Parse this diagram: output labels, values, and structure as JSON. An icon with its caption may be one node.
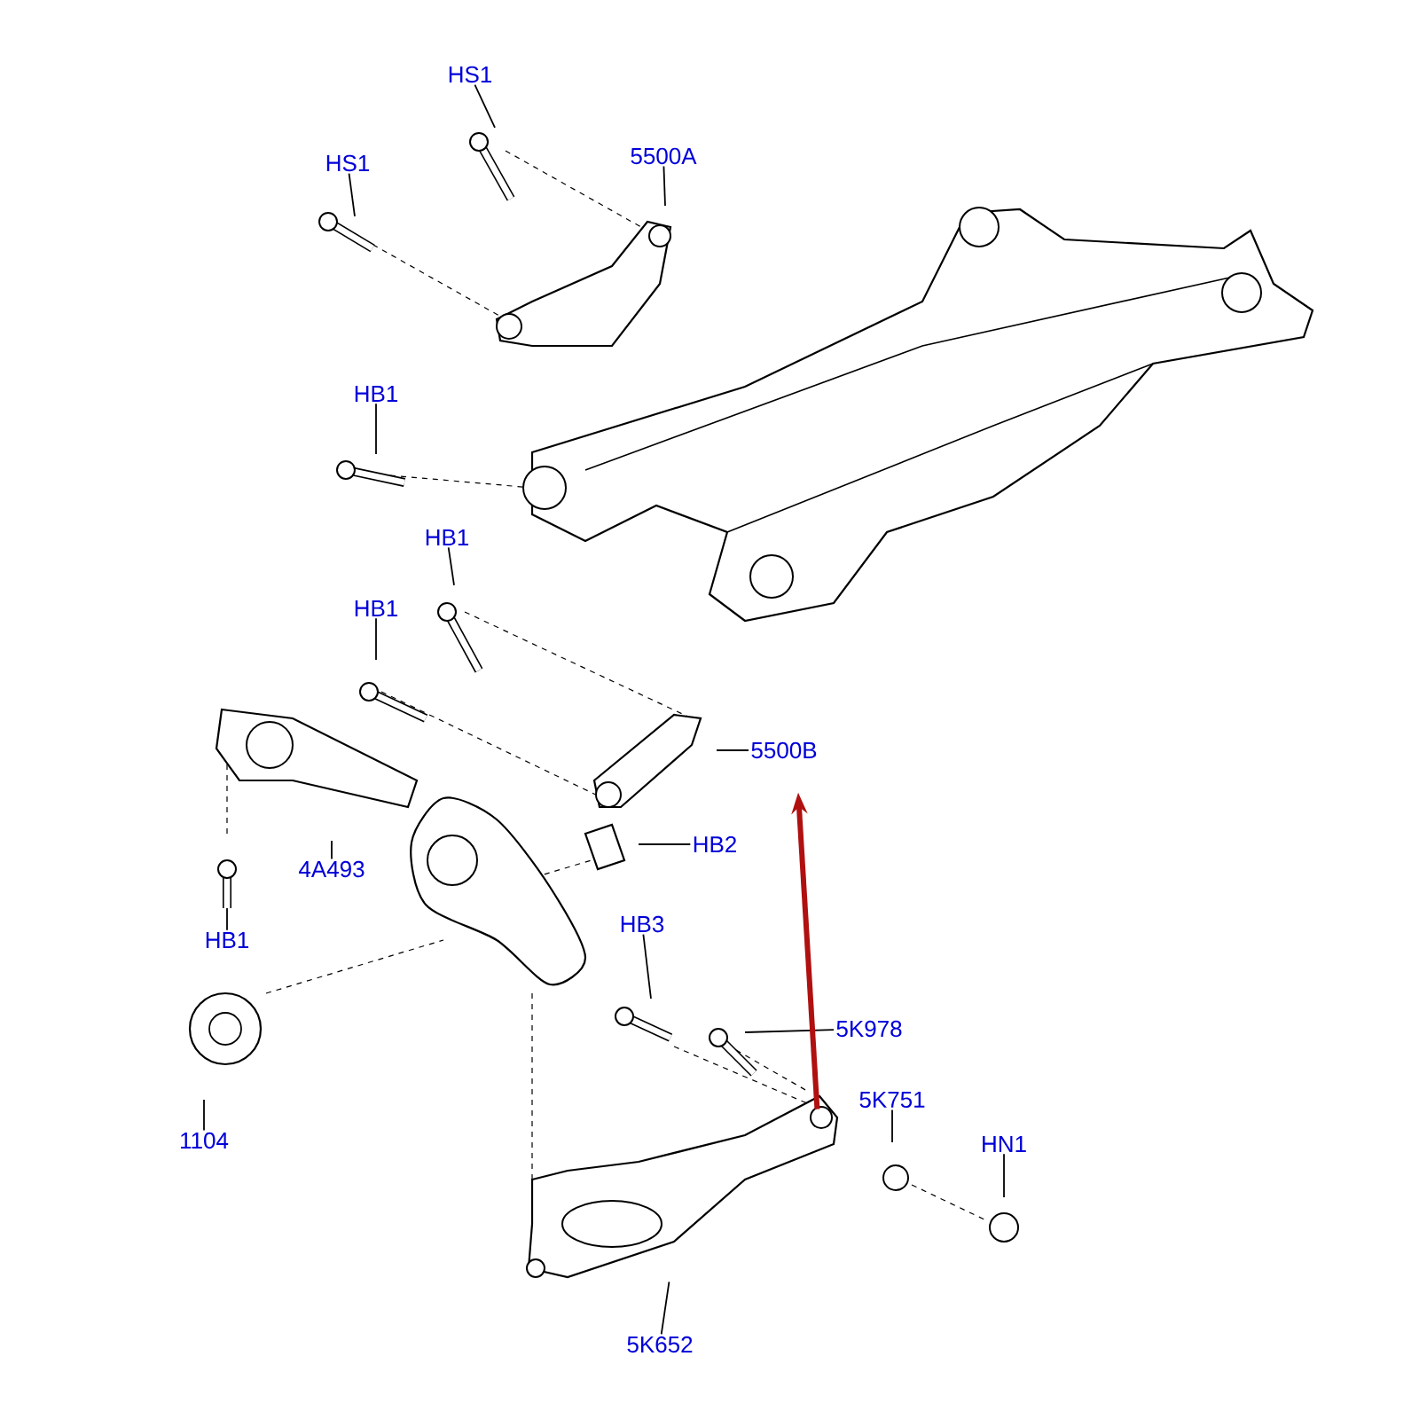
{
  "diagram": {
    "nodes": [
      {
        "text": [
          "HS1"
        ]
      },
      {
        "text": [
          "HS1"
        ]
      },
      {
        "text": [
          "5500A"
        ]
      },
      {
        "text": [
          "HB1"
        ]
      },
      {
        "text": [
          "HB1"
        ]
      },
      {
        "text": [
          "HB1"
        ]
      },
      {
        "text": [
          "5500B"
        ]
      },
      {
        "text": [
          "4A493"
        ]
      },
      {
        "text": [
          "HB2"
        ]
      },
      {
        "text": [
          "HB1"
        ]
      },
      {
        "text": [
          "HB3"
        ]
      },
      {
        "text": [
          "5K978"
        ]
      },
      {
        "text": [
          "1104"
        ]
      },
      {
        "text": [
          "5K751"
        ]
      },
      {
        "text": [
          "HN1"
        ]
      },
      {
        "text": [
          "5K652"
        ]
      },
      {
        "text": [],
        "shape": "picture"
      }
    ],
    "edges": [
      {
        "from": 0,
        "to": null,
        "arrow": "none"
      },
      {
        "from": 1,
        "to": null,
        "arrow": "none"
      },
      {
        "from": 2,
        "to": null,
        "arrow": "none"
      },
      {
        "from": 3,
        "to": null,
        "arrow": "none"
      },
      {
        "from": 4,
        "to": null,
        "arrow": "none"
      },
      {
        "from": 5,
        "to": null,
        "arrow": "none"
      },
      {
        "from": 6,
        "to": null,
        "arrow": "none"
      },
      {
        "from": 7,
        "to": null,
        "arrow": "none"
      },
      {
        "from": 8,
        "to": null,
        "arrow": "none"
      },
      {
        "from": 9,
        "to": null,
        "arrow": "none"
      },
      {
        "from": 10,
        "to": null,
        "arrow": "none"
      },
      {
        "from": 11,
        "to": null,
        "arrow": "none"
      },
      {
        "from": 12,
        "to": null,
        "arrow": "none"
      },
      {
        "from": 13,
        "to": null,
        "arrow": "none"
      },
      {
        "from": 14,
        "to": null,
        "arrow": "none"
      },
      {
        "from": 15,
        "to": 16,
        "arrow": "none"
      },
      {
        "from": 16,
        "to": 6,
        "arrow": "to",
        "style": "thick",
        "color": "#b01010"
      }
    ]
  }
}
